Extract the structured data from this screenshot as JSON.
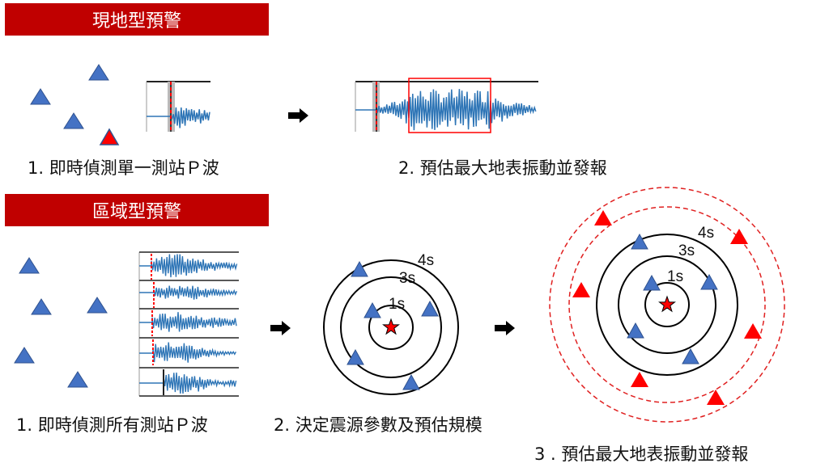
{
  "onsite": {
    "banner": "現地型預警",
    "step1": "1. 即時偵測單一測站Ｐ波",
    "step2": "2. 預估最大地表振動並發報"
  },
  "regional": {
    "banner": "區域型預警",
    "step1": "1. 即時偵測所有測站Ｐ波",
    "step2": "2. 決定震源參數及預估規模",
    "step3": "3 . 預估最大地表振動並發報"
  },
  "rings_small": [
    "1s",
    "3s",
    "4s"
  ],
  "rings_large": [
    "1s",
    "3s",
    "4s"
  ],
  "colors": {
    "banner": "#c00000",
    "station": "#4472c4",
    "alert": "#ff0000",
    "wave": "#2e75b6"
  }
}
